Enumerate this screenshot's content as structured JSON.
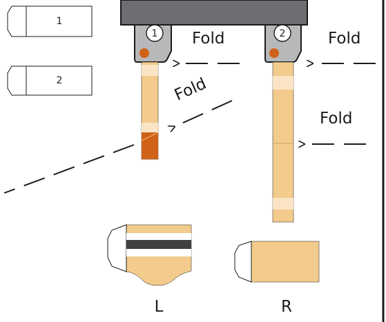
{
  "callouts": {
    "tab_1_label": "1",
    "tab_2_label": "2",
    "clip_1_number": "1",
    "clip_2_number": "2"
  },
  "fold_labels": {
    "fold_top_center": "Fold",
    "fold_top_right": "Fold",
    "fold_diagonal": "Fold",
    "fold_right_mid": "Fold"
  },
  "part_labels": {
    "left": "L",
    "right": "R"
  },
  "colors": {
    "strip": "#f3cb8c",
    "strip_light": "#fbe4c6",
    "accent_orange": "#d06218",
    "clip_gray": "#b7b8ba",
    "header_gray": "#6d6e71",
    "dark_band": "#414042"
  },
  "icons": {
    "arrow": "arrow-left-icon",
    "clip": "binder-clip-icon",
    "tab": "label-tab-icon"
  }
}
